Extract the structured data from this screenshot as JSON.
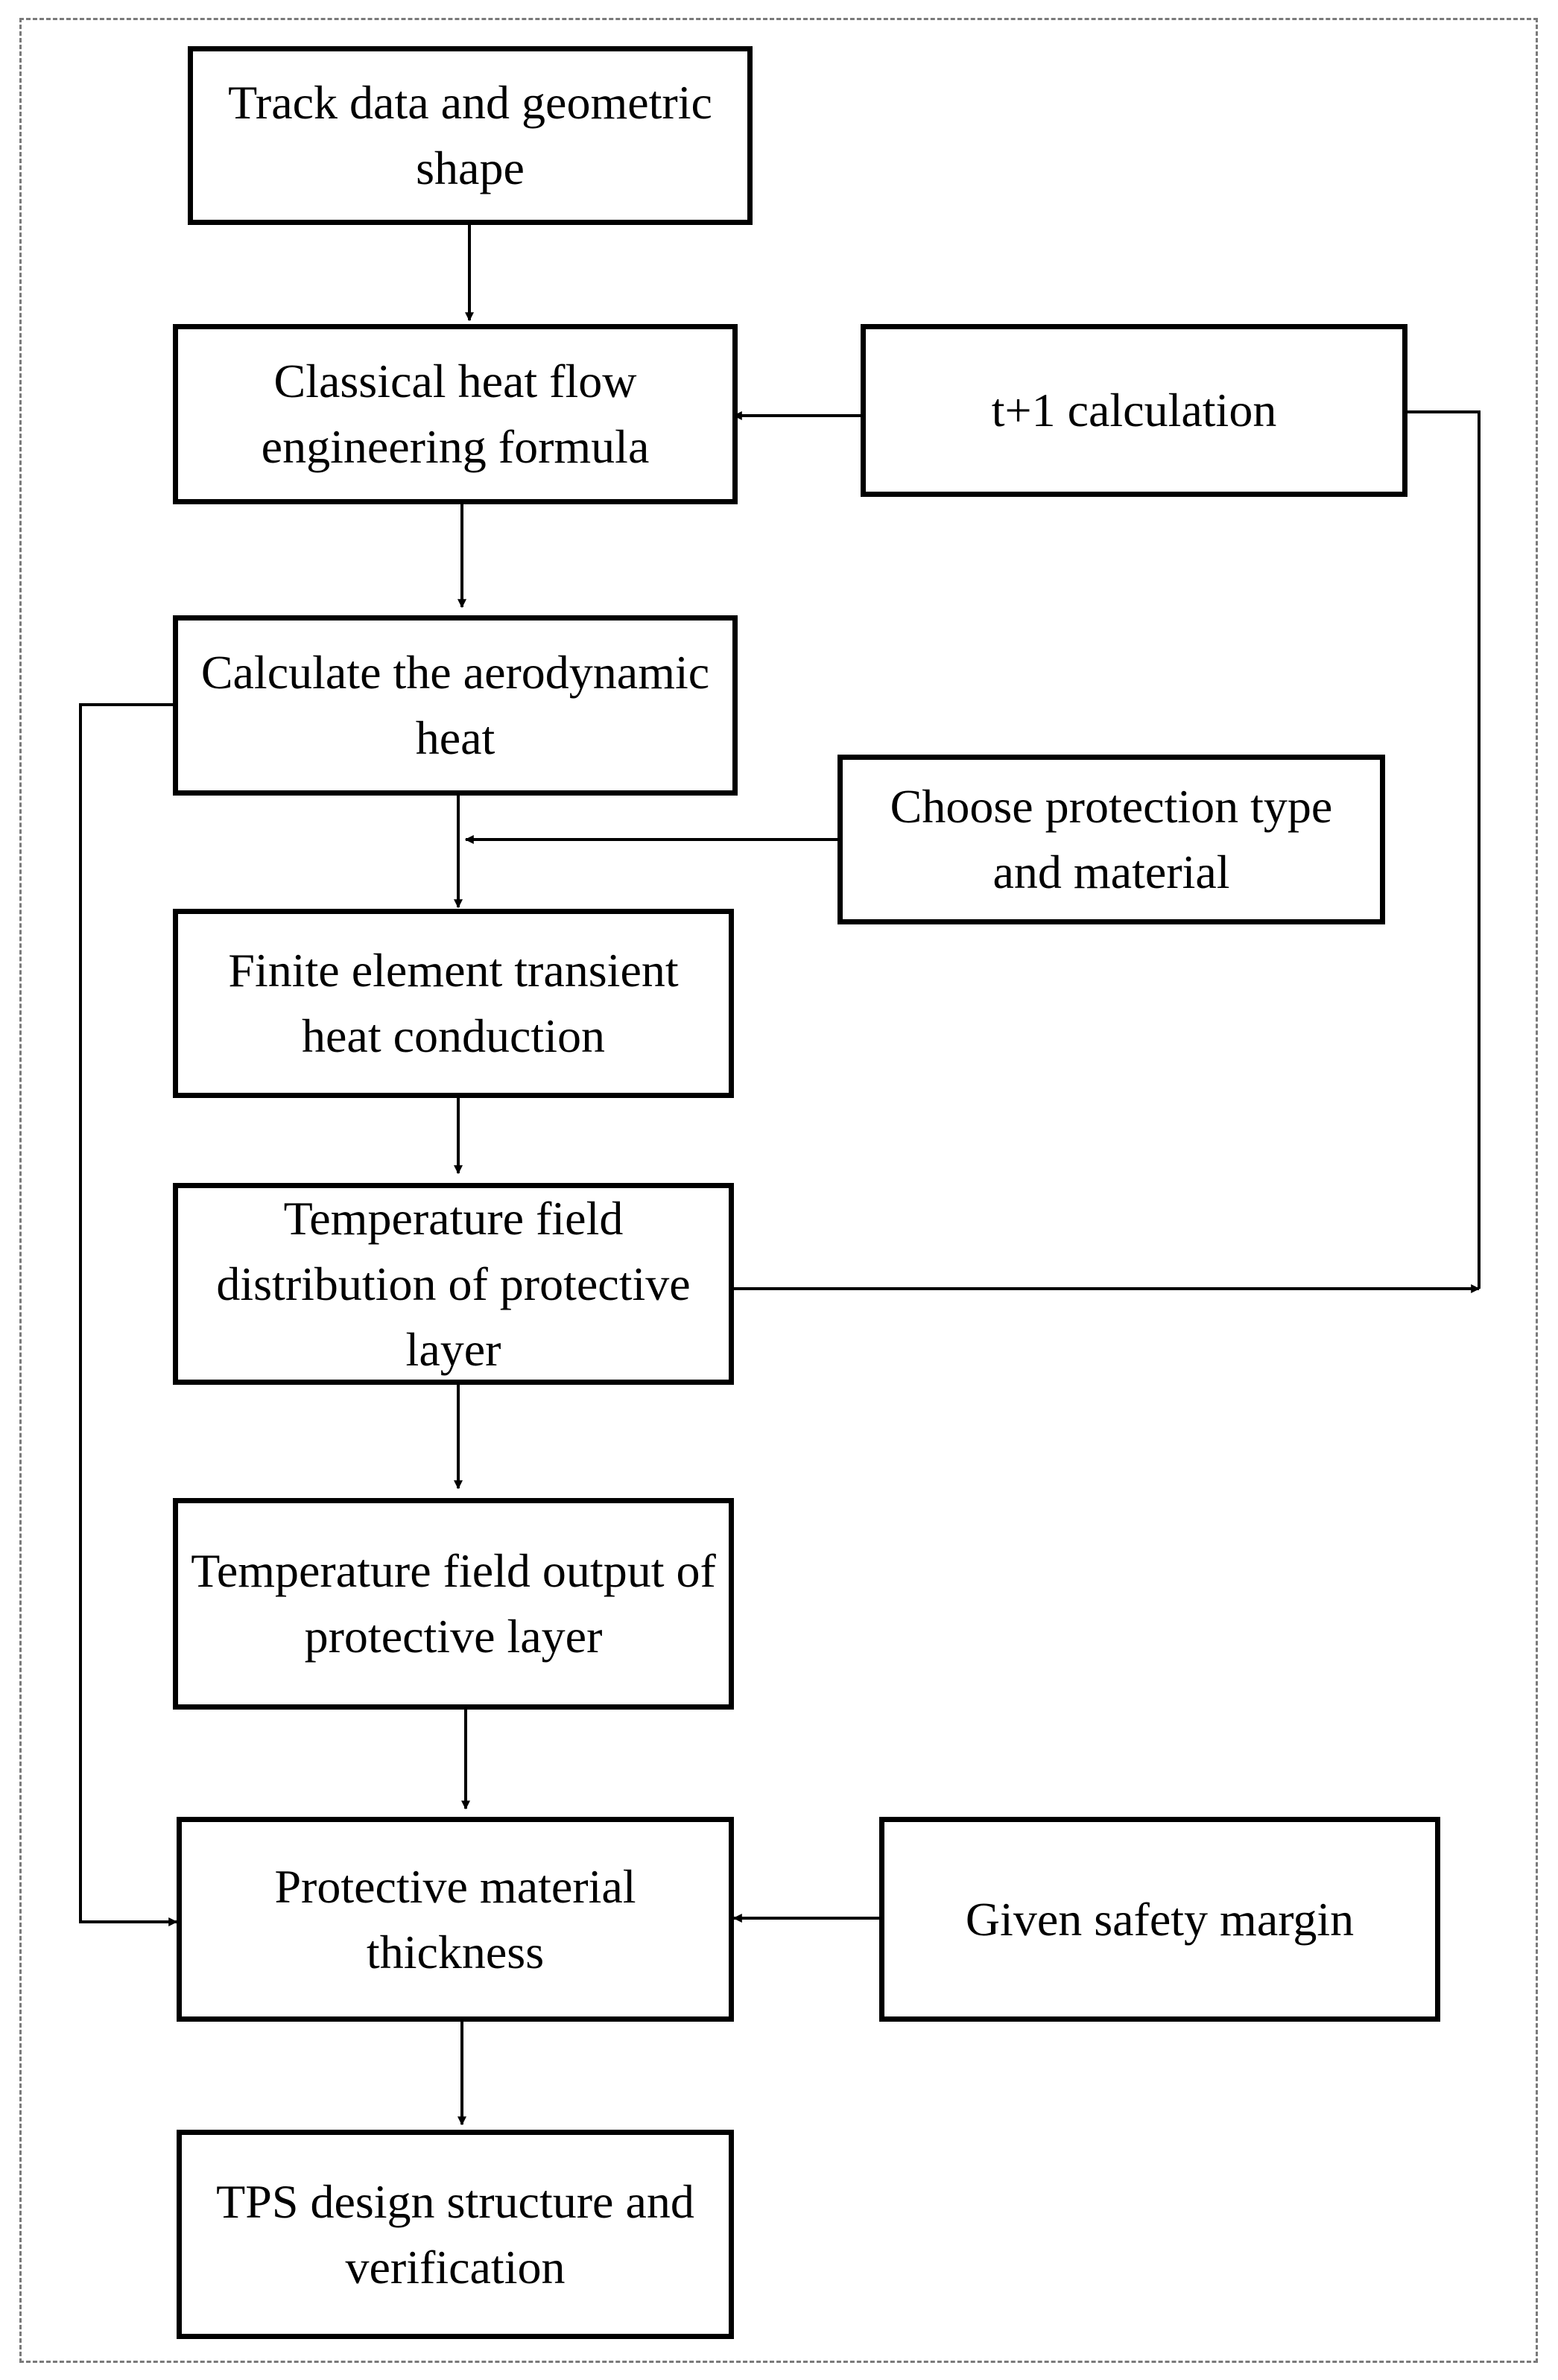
{
  "flowchart": {
    "track": "Track data and geometric shape",
    "classical": "Classical heat flow engineering formula",
    "t1": "t+1 calculation",
    "aero": "Calculate the aerodynamic heat",
    "choose": "Choose protection type and material",
    "fem": "Finite element transient heat conduction",
    "tempdist": "Temperature field distribution of protective layer",
    "tempout": "Temperature field output of protective layer",
    "thickness": "Protective material thickness",
    "safety": "Given safety margin",
    "tps": "TPS design structure and verification"
  },
  "colors": {
    "line": "#000000",
    "frame": "#7a7a7a",
    "background": "#ffffff"
  }
}
